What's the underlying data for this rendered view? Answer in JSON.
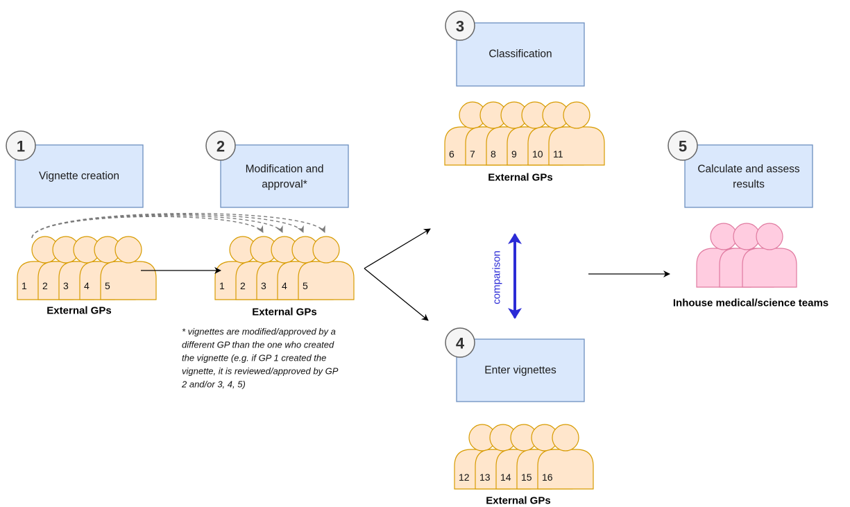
{
  "steps": [
    {
      "number": "1",
      "title_lines": [
        "Vignette creation"
      ]
    },
    {
      "number": "2",
      "title_lines": [
        "Modification and",
        "approval*"
      ]
    },
    {
      "number": "3",
      "title_lines": [
        "Classification"
      ]
    },
    {
      "number": "4",
      "title_lines": [
        "Enter vignettes"
      ]
    },
    {
      "number": "5",
      "title_lines": [
        "Calculate and assess",
        "results"
      ]
    }
  ],
  "groups": {
    "creators": {
      "label": "External GPs",
      "people": [
        "1",
        "2",
        "3",
        "4",
        "5"
      ]
    },
    "approvers": {
      "label": "External GPs",
      "people": [
        "1",
        "2",
        "3",
        "4",
        "5"
      ]
    },
    "classifiers": {
      "label": "External GPs",
      "people": [
        "6",
        "7",
        "8",
        "9",
        "10",
        "11"
      ]
    },
    "enterers": {
      "label": "External GPs",
      "people": [
        "12",
        "13",
        "14",
        "15",
        "16"
      ]
    },
    "inhouse": {
      "label": "Inhouse medical/science teams"
    }
  },
  "note_lines": [
    "* vignettes are modified/approved by a",
    "different GP than the one who created",
    "the vignette (e.g. if GP 1 created the",
    "vignette, it is reviewed/approved by GP",
    "2 and/or 3, 4, 5)"
  ],
  "comparison_label": "comparison",
  "colors": {
    "box_fill": "#dae8fc",
    "box_stroke": "#6c8ebf",
    "person_fill": "#ffe6cc",
    "person_stroke": "#d79b00",
    "inhouse_fill": "#ffcce0",
    "inhouse_stroke": "#e07aa0",
    "comparison": "#2b2bd6"
  }
}
